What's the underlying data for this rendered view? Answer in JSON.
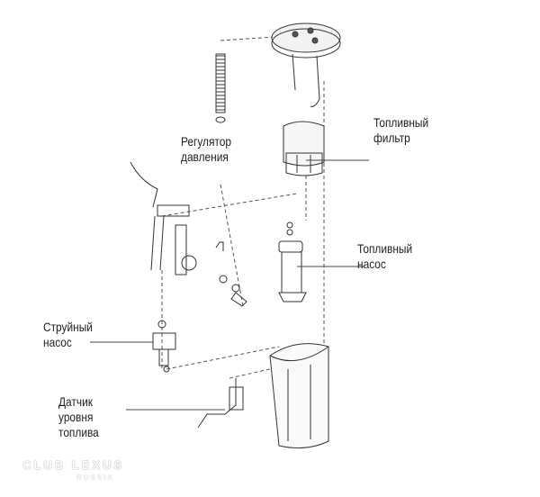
{
  "labels": {
    "pressure_regulator": [
      "Регулятор",
      "давления"
    ],
    "fuel_filter": [
      "Топливный",
      "фильтр"
    ],
    "fuel_pump": [
      "Топливный",
      "насос"
    ],
    "jet_pump": [
      "Струйный",
      "насос"
    ],
    "level_sensor": [
      "Датчик",
      "уровня",
      "топлива"
    ]
  },
  "watermark": {
    "line1": "CLUB LEXUS",
    "line2": "RUSSIA"
  }
}
